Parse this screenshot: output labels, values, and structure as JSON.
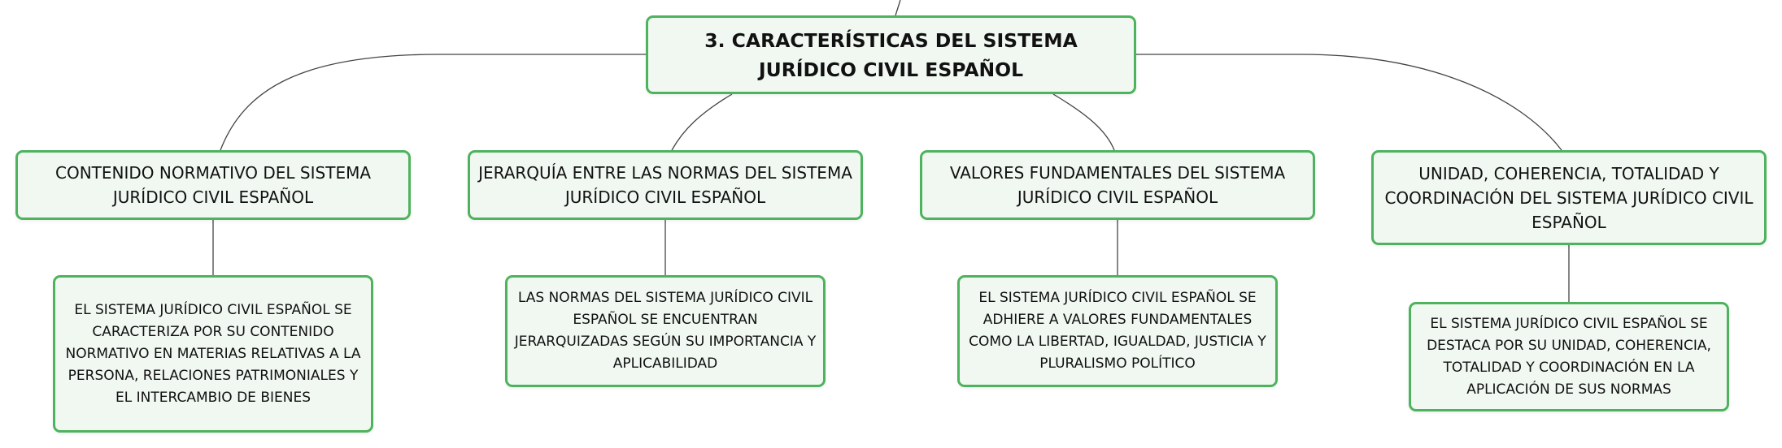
{
  "root": {
    "label": "3. CARACTERÍSTICAS DEL SISTEMA JURÍDICO CIVIL ESPAÑOL"
  },
  "branches": [
    {
      "label": "CONTENIDO NORMATIVO DEL SISTEMA JURÍDICO CIVIL ESPAÑOL",
      "detail": "EL SISTEMA JURÍDICO CIVIL ESPAÑOL SE CARACTERIZA POR SU CONTENIDO NORMATIVO EN MATERIAS RELATIVAS A LA PERSONA, RELACIONES PATRIMONIALES Y EL INTERCAMBIO DE BIENES"
    },
    {
      "label": "JERARQUÍA ENTRE LAS NORMAS DEL SISTEMA JURÍDICO CIVIL ESPAÑOL",
      "detail": "LAS NORMAS DEL SISTEMA JURÍDICO CIVIL ESPAÑOL SE ENCUENTRAN JERARQUIZADAS SEGÚN SU IMPORTANCIA Y APLICABILIDAD"
    },
    {
      "label": "VALORES FUNDAMENTALES DEL SISTEMA JURÍDICO CIVIL ESPAÑOL",
      "detail": "EL SISTEMA JURÍDICO CIVIL ESPAÑOL SE ADHIERE A VALORES FUNDAMENTALES COMO LA LIBERTAD, IGUALDAD, JUSTICIA Y PLURALISMO POLÍTICO"
    },
    {
      "label": "UNIDAD, COHERENCIA, TOTALIDAD Y COORDINACIÓN DEL SISTEMA JURÍDICO CIVIL ESPAÑOL",
      "detail": "EL SISTEMA JURÍDICO CIVIL ESPAÑOL SE DESTACA POR SU UNIDAD, COHERENCIA, TOTALIDAD Y COORDINACIÓN EN LA APLICACIÓN DE SUS NORMAS"
    }
  ],
  "colors": {
    "border": "#4db35d",
    "fill": "#f1f8f2",
    "line": "#444444"
  }
}
